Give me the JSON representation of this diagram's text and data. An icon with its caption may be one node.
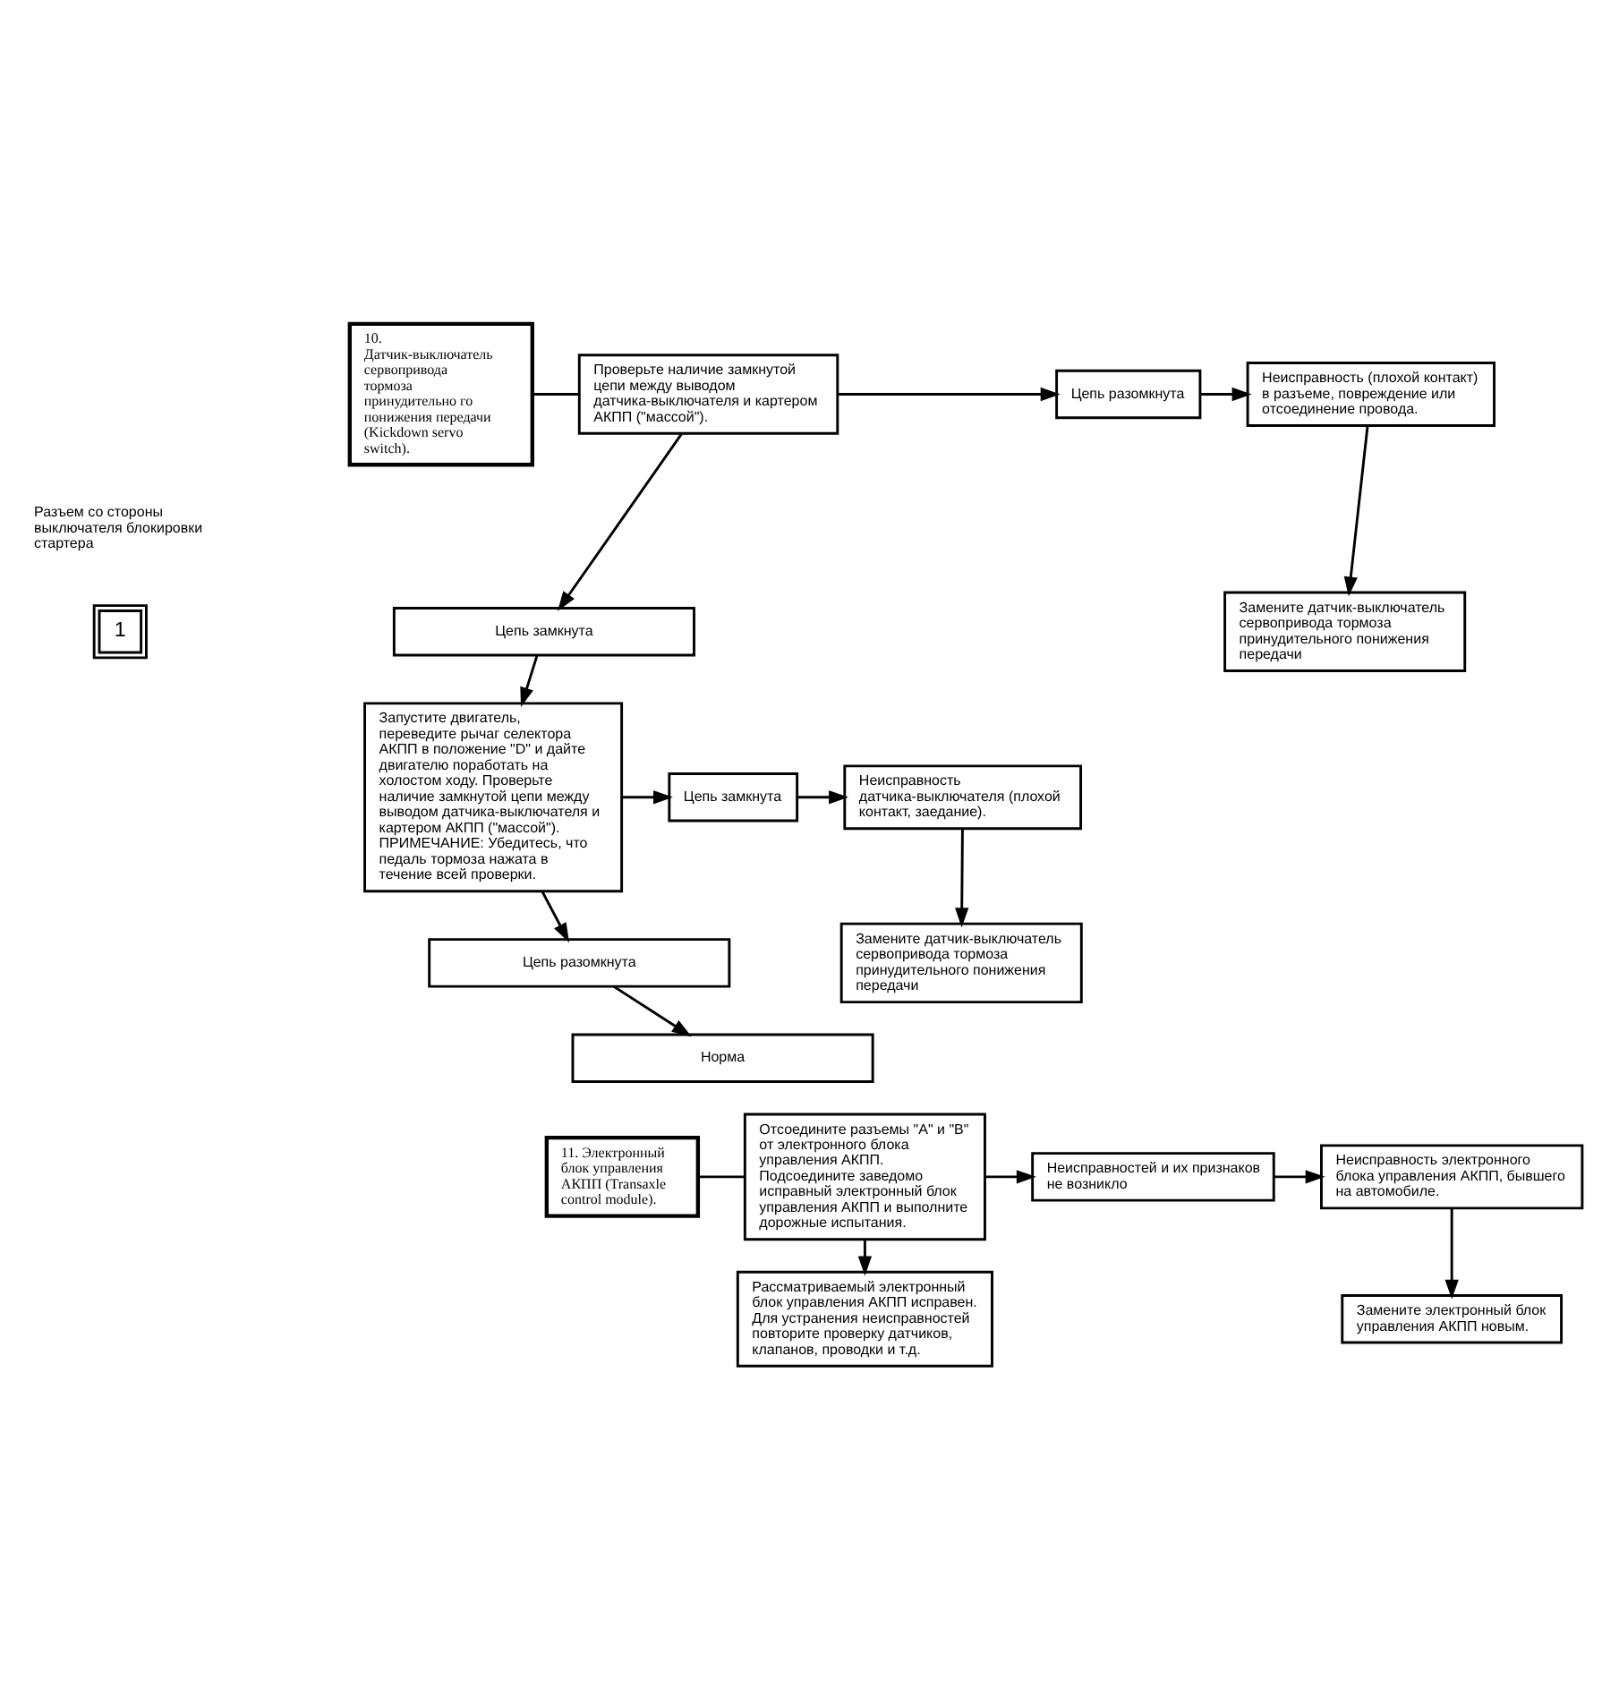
{
  "diagram": {
    "nodes": [
      {
        "text": [
          "10. Датчик-выключатель сервопривода тормоза принудительно го понижения передачи (Kickdown servo switch)."
        ]
      },
      {
        "text": [
          "Проверьте наличие замкнутой цепи между выводом датчика-выключателя и картером АКПП (\"массой\")."
        ]
      },
      {
        "text": [
          "Цепь замкнута"
        ]
      },
      {
        "text": [
          "Запустите двигатель, переведите рычаг селектора АКПП в положение \"D\" и дайте двигателю поработать на холостом ходу. Проверьте наличие замкнутой цепи между выводом датчика-выключателя и картером АКПП (\"массой\").",
          "ПРИМЕЧАНИЕ: Убедитесь, что педаль тормоза нажата в течение всей проверки."
        ]
      },
      {
        "text": [
          "Цепь разомкнута"
        ]
      },
      {
        "text": [
          "Норма"
        ]
      },
      {
        "text": [
          "Цепь разомкнута"
        ]
      },
      {
        "text": [
          "Неисправность (плохой контакт) в разъеме, повреждение или отсоединение провода."
        ]
      },
      {
        "text": [
          "Замените датчик-выключатель сервопривода тормоза принудительного понижения передачи"
        ]
      },
      {
        "text": [
          "Цепь замкнута"
        ]
      },
      {
        "text": [
          "Неисправность датчика-выключателя (плохой контакт, заедание)."
        ]
      },
      {
        "text": [
          "Замените датчик-выключатель сервопривода тормоза принудительного понижения передачи"
        ]
      },
      {
        "text": [
          "1"
        ],
        "beside": [
          "Разъем со стороны выключателя блокировки стартера"
        ]
      },
      {
        "text": [
          "11. Электронный блок управления АКПП (Transaxle control module)."
        ]
      },
      {
        "text": [
          "Отсоедините разъемы \"A\" и \"B\" от электронного блока управления АКПП.",
          "Подсоедините заведомо исправный электронный блок управления АКПП и выполните дорожные испытания."
        ]
      },
      {
        "text": [
          "Рассматриваемый электронный блок управления АКПП исправен. Для устранения неисправностей повторите проверку датчиков, клапанов, проводки и т.д."
        ]
      },
      {
        "text": [
          "Неисправностей и их признаков не возникло"
        ]
      },
      {
        "text": [
          "Неисправность электронного блока управления АКПП, бывшего на автомобиле."
        ]
      },
      {
        "text": [
          "Замените электронный блок управления АКПП новым."
        ]
      }
    ],
    "edges": [
      {
        "from": 0,
        "to": 1,
        "arrow": "none"
      },
      {
        "from": 1,
        "to": 2,
        "arrow": "to"
      },
      {
        "from": 2,
        "to": 3,
        "arrow": "to"
      },
      {
        "from": 3,
        "to": 4,
        "arrow": "to"
      },
      {
        "from": 4,
        "to": 5,
        "arrow": "to"
      },
      {
        "from": 1,
        "to": 6,
        "arrow": "to"
      },
      {
        "from": 6,
        "to": 7,
        "arrow": "to"
      },
      {
        "from": 7,
        "to": 8,
        "arrow": "to"
      },
      {
        "from": 3,
        "to": 9,
        "arrow": "to"
      },
      {
        "from": 9,
        "to": 10,
        "arrow": "to"
      },
      {
        "from": 10,
        "to": 11,
        "arrow": "to"
      },
      {
        "from": 13,
        "to": 14,
        "arrow": "none"
      },
      {
        "from": 14,
        "to": 15,
        "arrow": "to"
      },
      {
        "from": 14,
        "to": 16,
        "arrow": "to"
      },
      {
        "from": 16,
        "to": 17,
        "arrow": "to"
      },
      {
        "from": 17,
        "to": 18,
        "arrow": "to"
      }
    ]
  }
}
